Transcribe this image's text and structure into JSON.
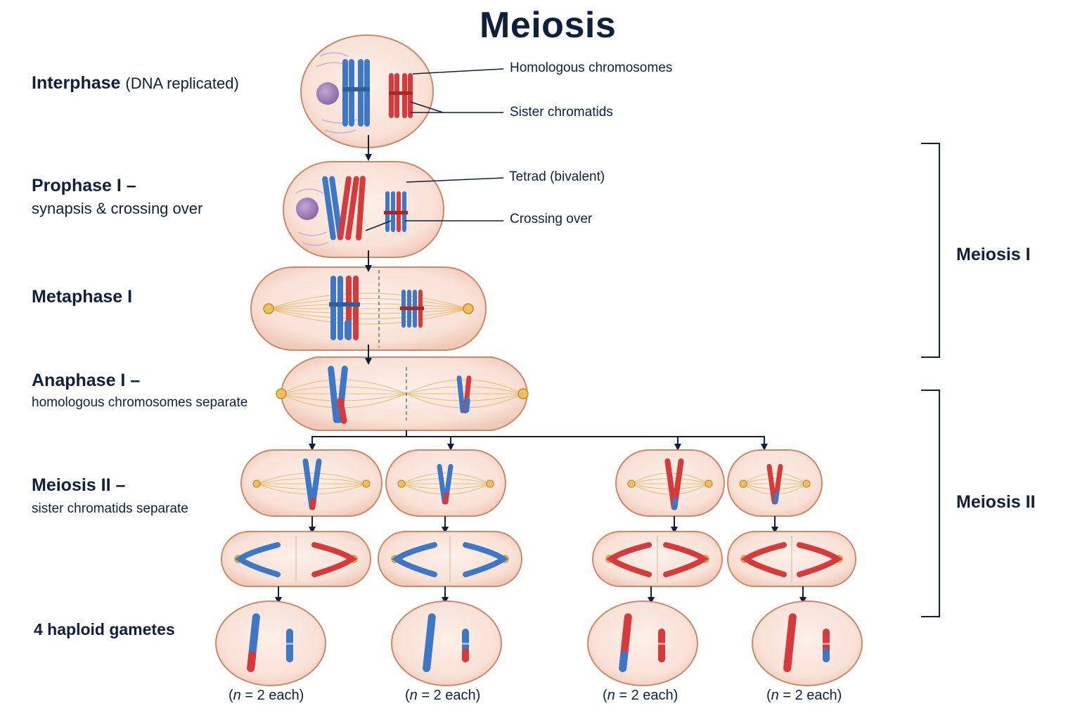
{
  "title": "Meiosis",
  "stages": {
    "interphase": {
      "label": "Interphase",
      "note": "(DNA replicated)"
    },
    "prophase": {
      "label": "Prophase I –",
      "sub": "synapsis & crossing over"
    },
    "metaphase": {
      "label": "Metaphase I"
    },
    "anaphase": {
      "label": "Anaphase I –",
      "sub": "homologous chromosomes separate"
    },
    "meiosis2": {
      "label": "Meiosis II –",
      "sub": "sister chromatids separate"
    },
    "gametes": {
      "label": "4 haploid gametes"
    }
  },
  "callouts": {
    "homologous": "Homologous chromosomes",
    "sister": "Sister chromatids",
    "tetrad": "Tetrad (bivalent)",
    "crossing": "Crossing over"
  },
  "phases": {
    "meiosis1": "Meiosis I",
    "meiosis2": "Meiosis II"
  },
  "gamete_counts": {
    "prefix": "(",
    "var": "n",
    "suffix": " = 2 each)"
  },
  "colors": {
    "blue": "#3d78c8",
    "red": "#d63a3a",
    "cell_fill": "#f9e1d6",
    "cell_stroke": "#c98a6c",
    "spindle": "#e3b25a",
    "arrow": "#0f1f3d",
    "nucleus": "#a487b8"
  }
}
